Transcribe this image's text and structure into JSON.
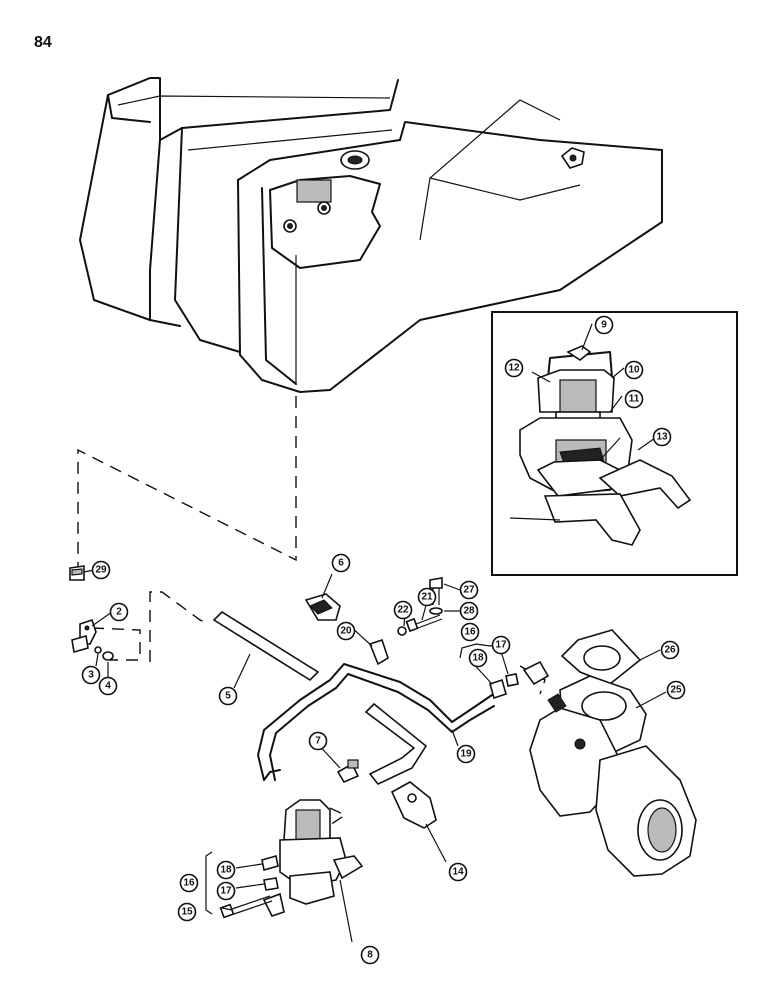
{
  "page": {
    "number": "84"
  },
  "callouts": [
    {
      "id": "c2",
      "label": "2"
    },
    {
      "id": "c3",
      "label": "3"
    },
    {
      "id": "c4",
      "label": "4"
    },
    {
      "id": "c5",
      "label": "5"
    },
    {
      "id": "c6",
      "label": "6"
    },
    {
      "id": "c7",
      "label": "7"
    },
    {
      "id": "c8",
      "label": "8"
    },
    {
      "id": "c9",
      "label": "9"
    },
    {
      "id": "c10",
      "label": "10"
    },
    {
      "id": "c11",
      "label": "11"
    },
    {
      "id": "c12",
      "label": "12"
    },
    {
      "id": "c13",
      "label": "13"
    },
    {
      "id": "c14",
      "label": "14"
    },
    {
      "id": "c15",
      "label": "15"
    },
    {
      "id": "c16a",
      "label": "16"
    },
    {
      "id": "c16b",
      "label": "16"
    },
    {
      "id": "c17a",
      "label": "17"
    },
    {
      "id": "c17b",
      "label": "17"
    },
    {
      "id": "c18a",
      "label": "18"
    },
    {
      "id": "c18b",
      "label": "18"
    },
    {
      "id": "c19",
      "label": "19"
    },
    {
      "id": "c20",
      "label": "20"
    },
    {
      "id": "c21",
      "label": "21"
    },
    {
      "id": "c22",
      "label": "22"
    },
    {
      "id": "c25",
      "label": "25"
    },
    {
      "id": "c26",
      "label": "26"
    },
    {
      "id": "c27",
      "label": "27"
    },
    {
      "id": "c28",
      "label": "28"
    },
    {
      "id": "c29",
      "label": "29"
    }
  ]
}
